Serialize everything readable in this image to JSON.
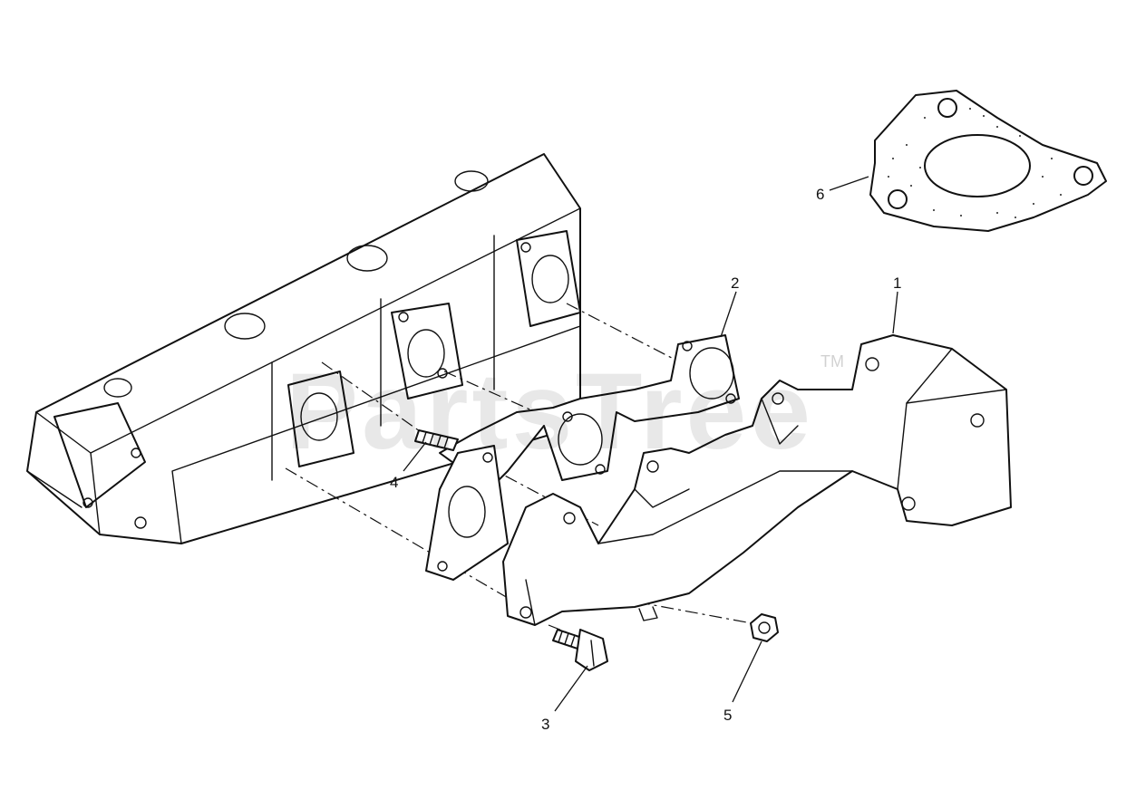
{
  "diagram": {
    "callouts": [
      {
        "id": "part-1",
        "label": "1"
      },
      {
        "id": "part-2",
        "label": "2"
      },
      {
        "id": "part-3",
        "label": "3"
      },
      {
        "id": "part-4",
        "label": "4"
      },
      {
        "id": "part-5",
        "label": "5"
      },
      {
        "id": "part-6",
        "label": "6"
      }
    ],
    "watermark": {
      "text": "PartsTree",
      "trademark": "TM"
    }
  }
}
